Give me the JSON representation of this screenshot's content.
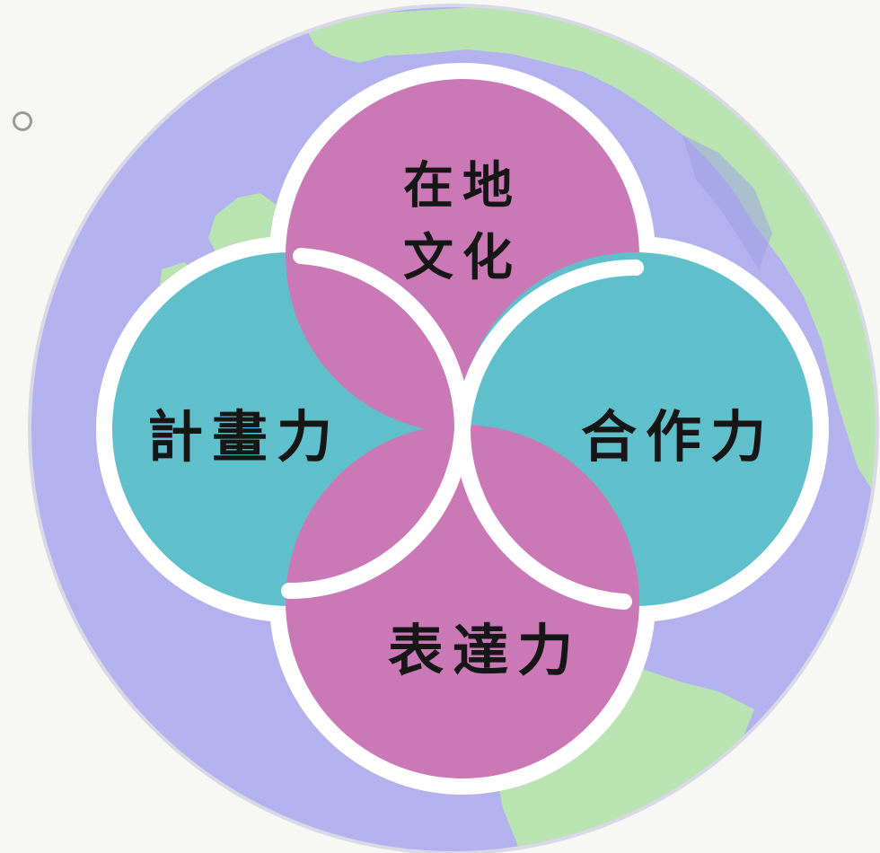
{
  "diagram": {
    "top_label_line1": "在地",
    "top_label_line2": "文化",
    "left_label": "計畫力",
    "right_label": "合作力",
    "bottom_label": "表達力"
  },
  "colors": {
    "globe_ocean": "#b3b2ee",
    "globe_land": "#b9e4b2",
    "circle_pink": "#cb78b6",
    "circle_teal": "#5fc0cc",
    "outline_white": "#ffffff",
    "label_text": "#161616"
  },
  "icons": {
    "bullet": "hollow-circle-icon"
  }
}
